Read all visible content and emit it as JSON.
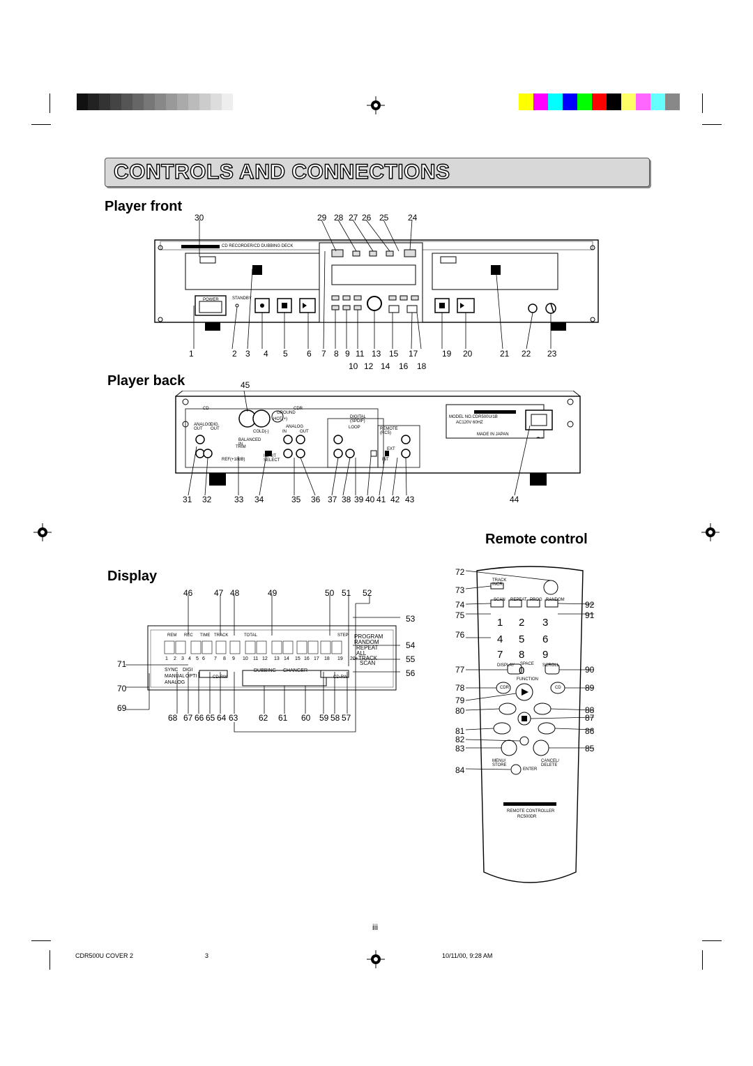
{
  "page_title": "CONTROLS AND CONNECTIONS",
  "sections": {
    "player_front": "Player front",
    "player_back": "Player back",
    "remote_control": "Remote control",
    "display": "Display"
  },
  "front_callouts_top": [
    "30",
    "29",
    "28",
    "27",
    "26",
    "25",
    "24"
  ],
  "front_callouts_bottom": [
    "1",
    "2",
    "3",
    "4",
    "5",
    "6",
    "7",
    "8",
    "9",
    "11",
    "13",
    "15",
    "17",
    "19",
    "20",
    "21",
    "22",
    "23"
  ],
  "front_callouts_bottom2": [
    "10",
    "12",
    "14",
    "16",
    "18"
  ],
  "front_labels": {
    "power": "POWER",
    "standby": "STANDBY",
    "recorder": "CD RECORDER/CD DUBBING DECK"
  },
  "back_callouts_top": [
    "45"
  ],
  "back_callouts_bottom": [
    "31",
    "32",
    "33",
    "34",
    "35",
    "36",
    "37",
    "38",
    "39",
    "40",
    "41",
    "42",
    "43",
    "44"
  ],
  "back_labels": {
    "cd": "CD",
    "cdr": "CDR",
    "ground": "GROUND",
    "hot": "HOT(+)",
    "cold": "COLD(-)",
    "analog_out": "ANALOG OUT",
    "dig_out": "DIG. OUT",
    "balanced_in": "BALANCED IN",
    "trim": "TRIM",
    "ref": "REF(+18dB)",
    "input_select": "INPUT SELECT",
    "analog": "ANALOG",
    "in": "IN",
    "out": "OUT",
    "digital": "DIGITAL (SPDIF)",
    "loop": "LOOP",
    "remote": "REMOTE (RC5)",
    "ext": "EXT",
    "int": "INT",
    "model": "MODEL NO.CDR500U/1B",
    "power_rating": "AC120V 60HZ",
    "made_in": "MADE IN JAPAN"
  },
  "display_callouts_top": [
    "46",
    "47",
    "48",
    "49",
    "50",
    "51",
    "52"
  ],
  "display_callouts_right": [
    "53",
    "54",
    "55",
    "56"
  ],
  "display_callouts_left": [
    "71",
    "70",
    "69"
  ],
  "display_callouts_bottom": [
    "68",
    "67",
    "66",
    "65",
    "64",
    "63",
    "62",
    "61",
    "60",
    "59",
    "58",
    "57"
  ],
  "display_labels": {
    "rem": "REM",
    "rec": "REC",
    "time": "TIME",
    "track": "TRACK",
    "total": "TOTAL",
    "step": "STEP",
    "program": "PROGRAM",
    "random": "RANDOM",
    "repeat": "REPEAT",
    "all": "ALL",
    "scan": "SCAN",
    "sync": "SYNC",
    "digi": "DIGI",
    "manual": "MANUAL",
    "opti": "OPTI",
    "analog": "ANALOG",
    "dubbing": "DUBBING",
    "changer": "CHANGER",
    "cdrw": "CD-RW",
    "track_numbers": [
      "1",
      "2",
      "3",
      "4",
      "5",
      "6",
      "7",
      "8",
      "9",
      "10",
      "11",
      "12",
      "13",
      "14",
      "15",
      "16",
      "17",
      "18",
      "19",
      "20+"
    ]
  },
  "remote_callouts_left": [
    "72",
    "73",
    "74",
    "75",
    "76",
    "77",
    "78",
    "79",
    "80",
    "81",
    "82",
    "83",
    "84"
  ],
  "remote_callouts_right": [
    "92",
    "91",
    "90",
    "89",
    "88",
    "87",
    "86",
    "85"
  ],
  "remote_labels": {
    "track_incr": "TRACK INCR.",
    "scan": "SCAN",
    "repeat": "REPEAT",
    "prog": "PROG",
    "random": "RANDOM",
    "keys": [
      "1",
      "2",
      "3",
      "4",
      "5",
      "6",
      "7",
      "8",
      "9",
      "0"
    ],
    "display": "DISPLAY",
    "space": "SPACE",
    "scroll": "SCROLL",
    "function": "FUNCTION",
    "cdr": "CDR",
    "cd": "CD",
    "menu_store": "MENU/ STORE",
    "cancel_delete": "CANCEL/ DELETE",
    "enter": "ENTER",
    "controller": "REMOTE CONTROLLER",
    "model": "RC500DR"
  },
  "page_number": "iii",
  "footer": {
    "file": "CDR500U COVER 2",
    "page": "3",
    "date": "10/11/00, 9:28 AM"
  },
  "colors": {
    "gray_bars": [
      "#111111",
      "#222222",
      "#333333",
      "#444444",
      "#555555",
      "#666666",
      "#777777",
      "#888888",
      "#999999",
      "#aaaaaa",
      "#bbbbbb",
      "#cccccc",
      "#dddddd",
      "#eeeeee"
    ],
    "color_bars": [
      "#ffff00",
      "#ff00ff",
      "#00ffff",
      "#0000ff",
      "#00ff00",
      "#ff0000",
      "#000000",
      "#ffff66",
      "#ff66ff",
      "#66ffff",
      "#888888"
    ]
  }
}
